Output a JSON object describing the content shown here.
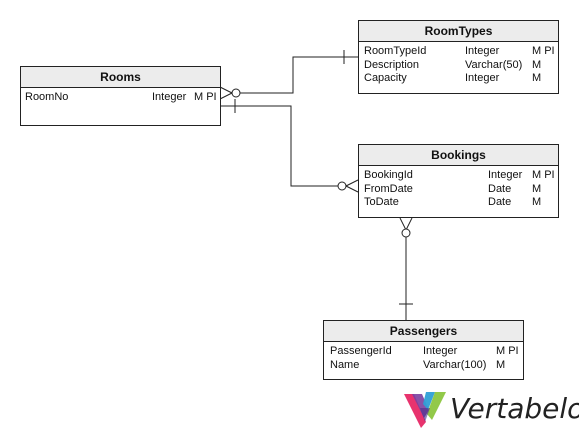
{
  "tables": {
    "rooms": {
      "title": "Rooms",
      "columns": [
        {
          "name": "RoomNo",
          "type": "Integer",
          "flags": "M PI"
        }
      ]
    },
    "roomtypes": {
      "title": "RoomTypes",
      "columns": [
        {
          "name": "RoomTypeId",
          "type": "Integer",
          "flags": "M PI"
        },
        {
          "name": "Description",
          "type": "Varchar(50)",
          "flags": "M"
        },
        {
          "name": "Capacity",
          "type": "Integer",
          "flags": "M"
        }
      ]
    },
    "bookings": {
      "title": "Bookings",
      "columns": [
        {
          "name": "BookingId",
          "type": "Integer",
          "flags": "M PI"
        },
        {
          "name": "FromDate",
          "type": "Date",
          "flags": "M"
        },
        {
          "name": "ToDate",
          "type": "Date",
          "flags": "M"
        }
      ]
    },
    "passengers": {
      "title": "Passengers",
      "columns": [
        {
          "name": "PassengerId",
          "type": "Integer",
          "flags": "M PI"
        },
        {
          "name": "Name",
          "type": "Varchar(100)",
          "flags": "M"
        }
      ]
    }
  },
  "logo": {
    "text": "Vertabelo",
    "colors": [
      "#e8336e",
      "#7b3fa0",
      "#2e9fd6",
      "#8cc63f"
    ]
  }
}
